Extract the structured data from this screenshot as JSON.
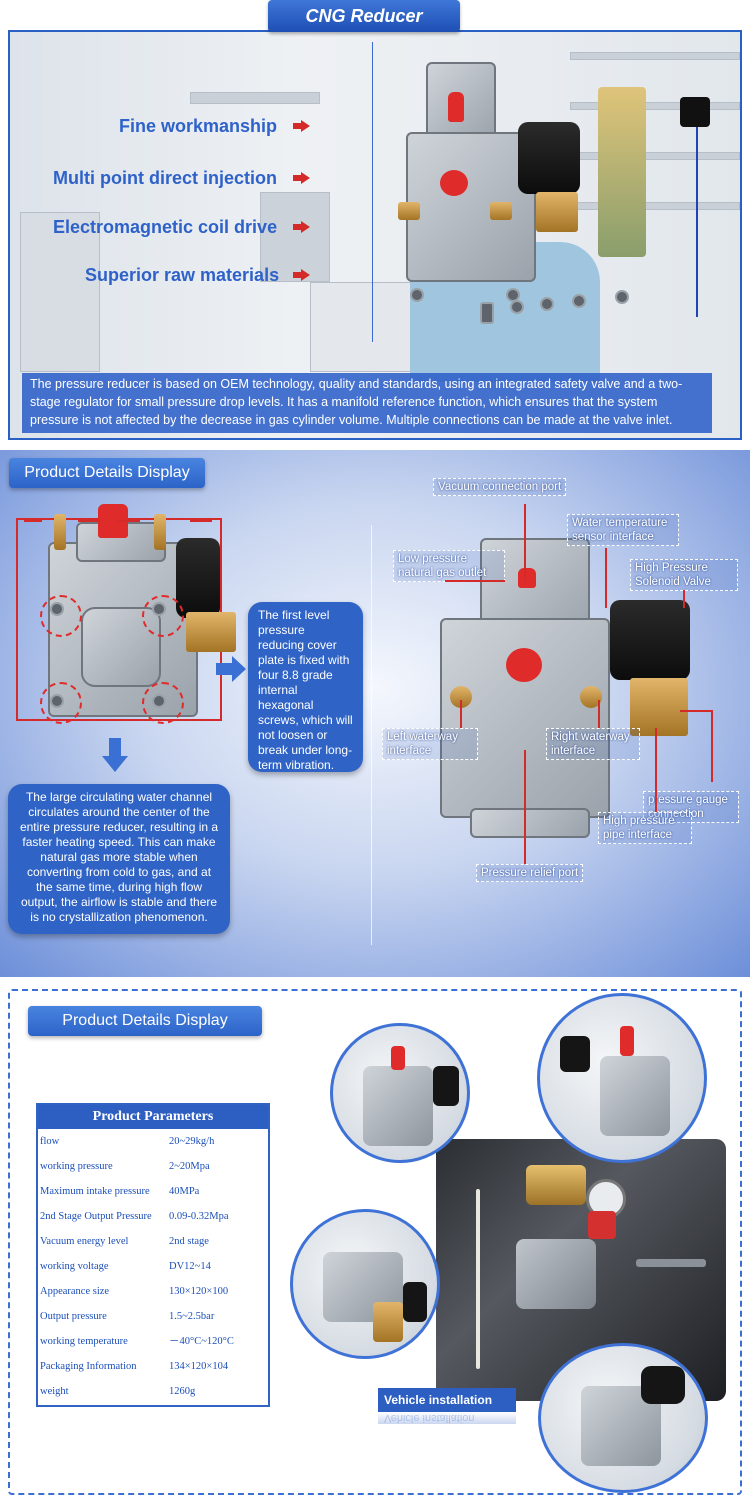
{
  "header": {
    "title": "CNG Reducer"
  },
  "features": [
    "Fine workmanship",
    "Multi point direct injection",
    "Electromagnetic coil drive",
    "Superior raw materials"
  ],
  "intro_text": "The pressure reducer is based on OEM technology, quality and standards, using an integrated safety valve and a two-stage regulator for small pressure drop levels. It has a manifold reference function, which ensures that the system pressure is not affected by the decrease in gas cylinder volume. Multiple connections can be made at the valve inlet.",
  "details": {
    "title": "Product Details Display",
    "screw_note": "The first level pressure reducing cover plate is fixed with four 8.8 grade internal hexagonal screws, which will not loosen or break under long-term vibration.",
    "water_note": "The large circulating water channel circulates around the center of the entire pressure reducer, resulting in a faster heating speed. This can make natural gas more stable when converting from cold to gas, and at the same time, during high flow output, the airflow is stable and there is no crystallization phenomenon.",
    "labels": {
      "vacuum": "Vacuum connection port",
      "water_temp": "Water temperature sensor interface",
      "low_pressure": "Low pressure natural gas outlet",
      "solenoid": "High Pressure Solenoid Valve",
      "left_water": "Left waterway interface",
      "right_water": "Right waterway interface",
      "gauge": "pressure gauge connection",
      "high_pipe": "High pressure pipe interface",
      "relief": "Pressure relief port"
    }
  },
  "details2": {
    "title": "Product Details Display",
    "vehicle_label": "Vehicle installation"
  },
  "params": {
    "title": "Product Parameters",
    "rows": [
      {
        "k": "flow",
        "v": "20~29kg/h"
      },
      {
        "k": "working pressure",
        "v": "2~20Mpa"
      },
      {
        "k": "Maximum intake pressure",
        "v": "40MPa"
      },
      {
        "k": "2nd Stage Output Pressure",
        "v": "0.09-0.32Mpa"
      },
      {
        "k": "Vacuum energy level",
        "v": "2nd stage"
      },
      {
        "k": "working voltage",
        "v": "DV12~14"
      },
      {
        "k": "Appearance size",
        "v": "130×120×100"
      },
      {
        "k": "Output pressure",
        "v": "1.5~2.5bar"
      },
      {
        "k": "working temperature",
        "v": "－40°C~120°C"
      },
      {
        "k": "Packaging Information",
        "v": "134×120×104"
      },
      {
        "k": "weight",
        "v": "1260g"
      }
    ]
  },
  "colors": {
    "brand_blue": "#2d5fc3",
    "accent_red": "#d42a2a"
  }
}
